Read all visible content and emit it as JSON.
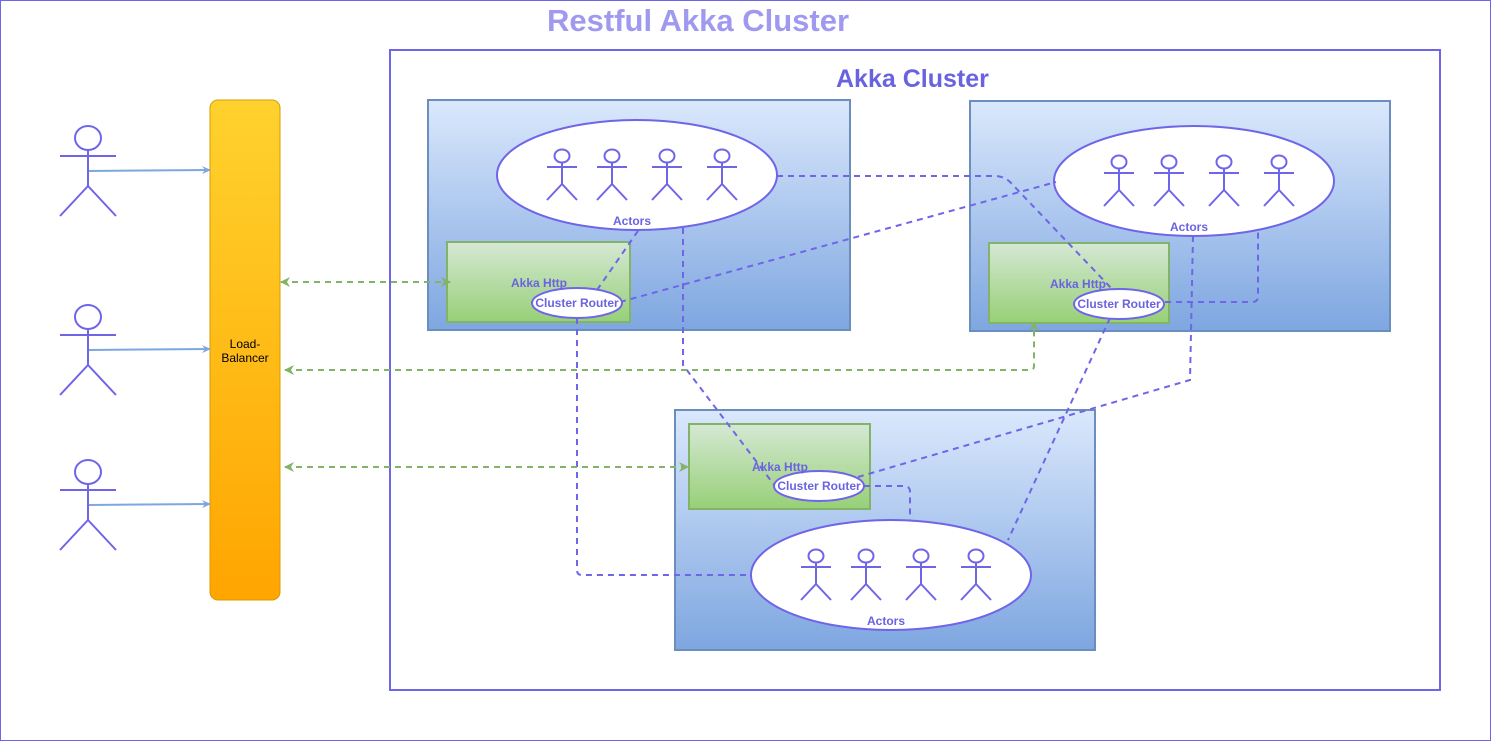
{
  "diagram": {
    "title": "Restful Akka Cluster",
    "cluster_title": "Akka Cluster",
    "load_balancer_label": "Load-\nBalancer",
    "nodes": [
      {
        "actors_label": "Actors",
        "http_label": "Akka Http",
        "router_label": "Cluster Router"
      },
      {
        "actors_label": "Actors",
        "http_label": "Akka Http",
        "router_label": "Cluster Router"
      },
      {
        "actors_label": "Actors",
        "http_label": "Akka Http",
        "router_label": "Cluster Router"
      }
    ],
    "users": [
      "user",
      "user",
      "user"
    ],
    "colors": {
      "accent": "#6a63e0",
      "title": "#9f9af0",
      "lb_top": "#ffd22e",
      "lb_bottom": "#ffa500",
      "node_top": "#dae8fc",
      "node_bottom": "#7ea6e0",
      "http_top": "#d5e8d4",
      "http_bottom": "#97d077",
      "http_link": "#82b366",
      "user_arrow": "#7ea6e0"
    }
  }
}
